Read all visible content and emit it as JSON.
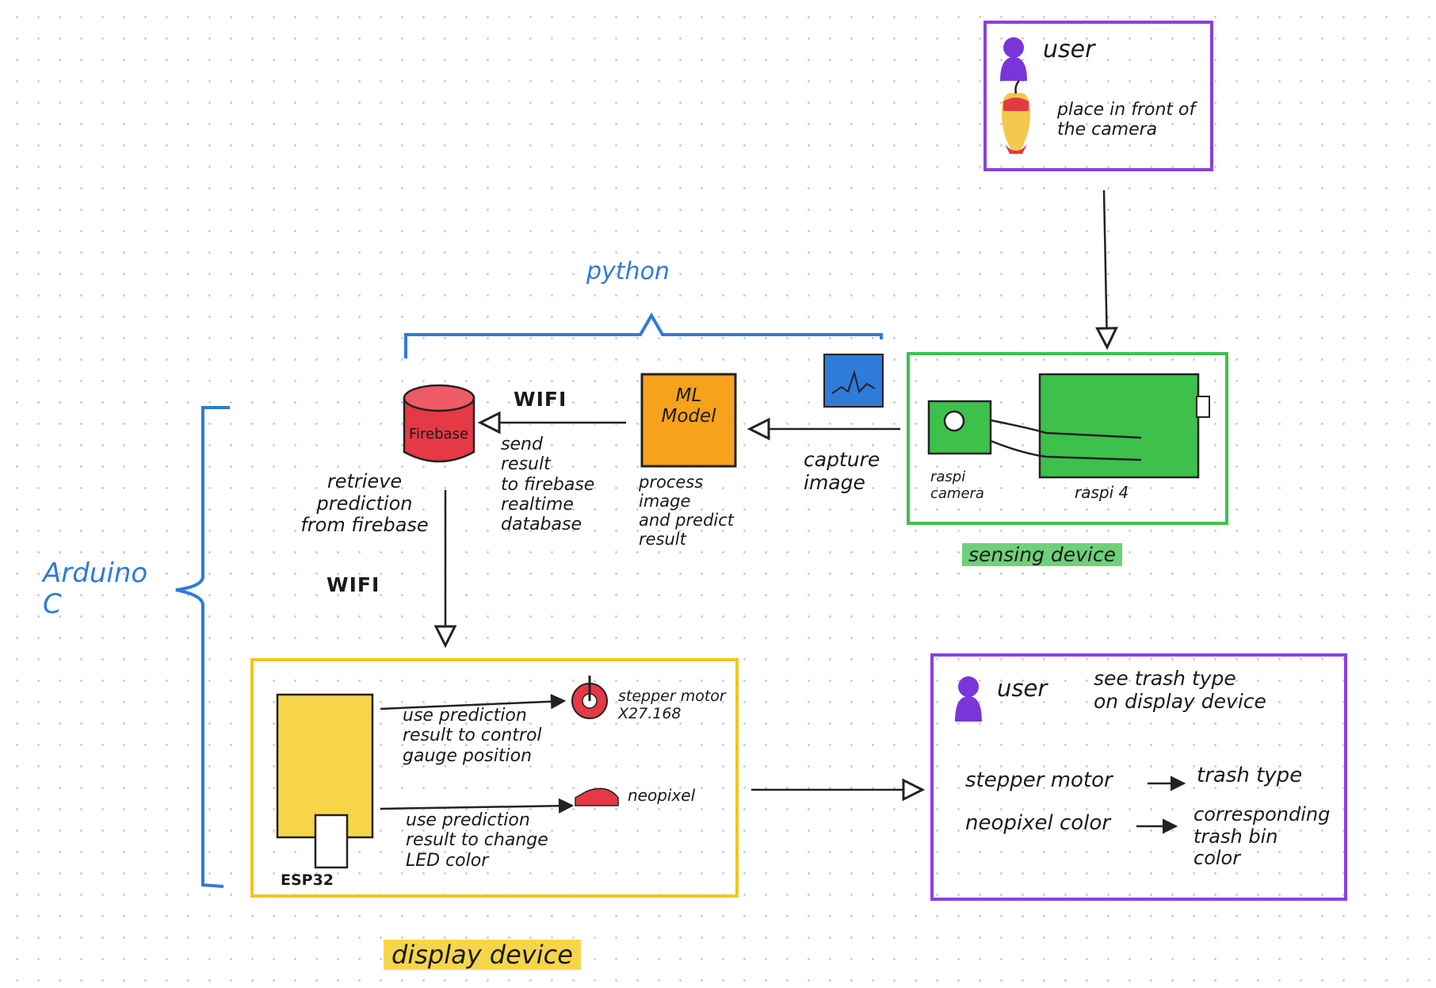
{
  "top_user_box": {
    "user": "user",
    "instruction": "place in front of\nthe camera"
  },
  "python_label": "python",
  "arduino_label": "Arduino\nC",
  "firebase_label": "Firebase",
  "ml_model_label": "ML\nModel",
  "wifi_top": "WIFI",
  "wifi_left": "WIFI",
  "send_result": "send\nresult\nto firebase\nrealtime\ndatabase",
  "process_image": "process\nimage\nand predict\nresult",
  "capture_image": "capture\nimage",
  "retrieve_prediction": "retrieve\nprediction\nfrom firebase",
  "sensing_device": {
    "raspi_camera": "raspi\ncamera",
    "raspi_4": "raspi 4",
    "title": "sensing device"
  },
  "display_device": {
    "esp32": "ESP32",
    "gauge_text": "use prediction\nresult to control\ngauge position",
    "stepper_label": "stepper motor\nX27.168",
    "led_text": "use prediction\nresult to change\nLED color",
    "neopixel_label": "neopixel",
    "title": "display device"
  },
  "bottom_user_box": {
    "user": "user",
    "see_trash": "see trash type\non display device",
    "stepper_motor": "stepper motor",
    "trash_type": "trash type",
    "neopixel_color": "neopixel color",
    "corresponding": "corresponding\ntrash bin\ncolor"
  },
  "colors": {
    "purple": "#8a3fe0",
    "green": "#3dc14b",
    "yellow": "#f5c518",
    "blue": "#2f7bd9",
    "red": "#e53946",
    "orange": "#f7a21b"
  }
}
